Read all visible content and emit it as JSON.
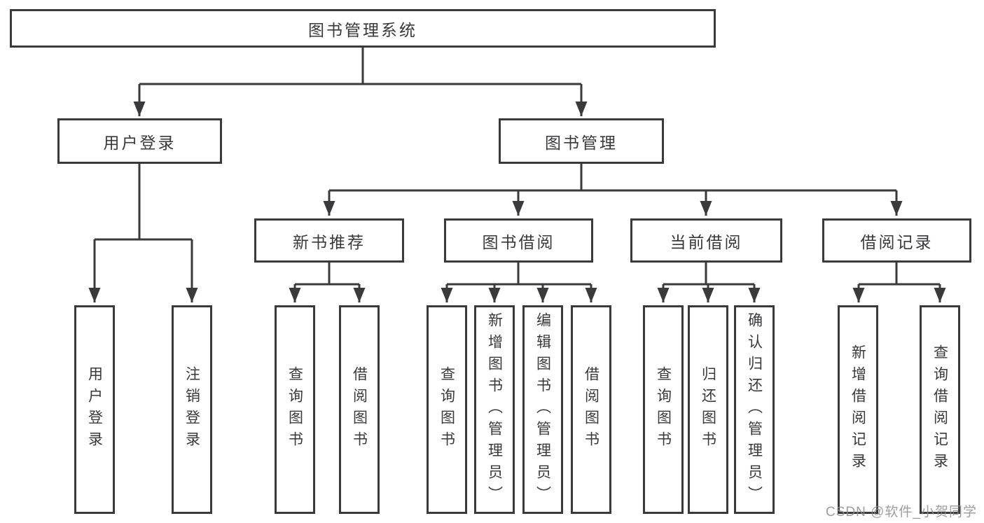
{
  "watermark": "CSDN @软件_小贺同学",
  "colors": {
    "line": "#3a3a3c",
    "text": "#39393b",
    "box_background": "#ffffff",
    "watermark": "#8c8c8c"
  },
  "tree": {
    "label": "图书管理系统",
    "children": [
      {
        "label": "用户登录",
        "children": [
          {
            "label": "用户登录"
          },
          {
            "label": "注销登录"
          }
        ]
      },
      {
        "label": "图书管理",
        "children": [
          {
            "label": "新书推荐",
            "children": [
              {
                "label": "查询图书"
              },
              {
                "label": "借阅图书"
              }
            ]
          },
          {
            "label": "图书借阅",
            "children": [
              {
                "label": "查询图书"
              },
              {
                "label": "新增图书（管理员）"
              },
              {
                "label": "编辑图书（管理员）"
              },
              {
                "label": "借阅图书"
              }
            ]
          },
          {
            "label": "当前借阅",
            "children": [
              {
                "label": "查询图书"
              },
              {
                "label": "归还图书"
              },
              {
                "label": "确认归还（管理员）"
              }
            ]
          },
          {
            "label": "借阅记录",
            "children": [
              {
                "label": "新增借阅记录"
              },
              {
                "label": "查询借阅记录"
              }
            ]
          }
        ]
      }
    ]
  }
}
